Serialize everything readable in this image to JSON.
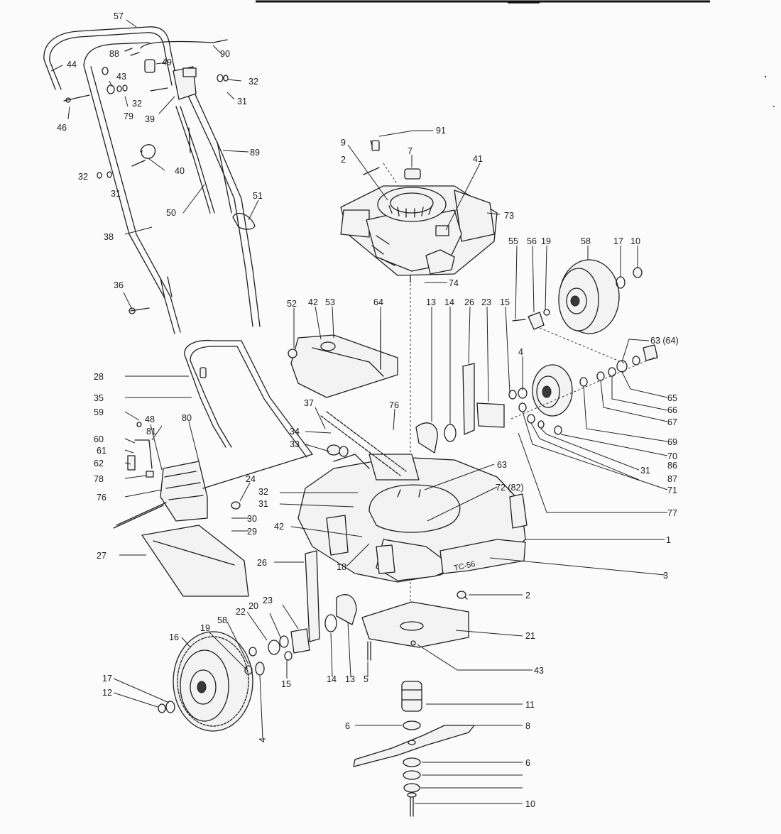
{
  "diagram": {
    "callouts": [
      "57",
      "90",
      "44",
      "88",
      "49",
      "43",
      "32",
      "46",
      "79",
      "39",
      "31",
      "91",
      "9",
      "7",
      "2",
      "41",
      "73",
      "89",
      "40",
      "51",
      "50",
      "38",
      "36",
      "74",
      "55",
      "56",
      "19",
      "17",
      "10",
      "52",
      "42",
      "53",
      "64",
      "13",
      "14",
      "26",
      "23",
      "15",
      "4",
      "63 (64)",
      "65",
      "66",
      "67",
      "69",
      "70",
      "86",
      "87",
      "71",
      "77",
      "35",
      "59",
      "48",
      "60",
      "61",
      "62",
      "78",
      "76",
      "37",
      "34",
      "33",
      "24",
      "30",
      "29",
      "72 (82)",
      "1",
      "28",
      "27",
      "18",
      "3",
      "21",
      "22",
      "20",
      "58",
      "16",
      "12",
      "5",
      "11",
      "6",
      "8"
    ]
  }
}
